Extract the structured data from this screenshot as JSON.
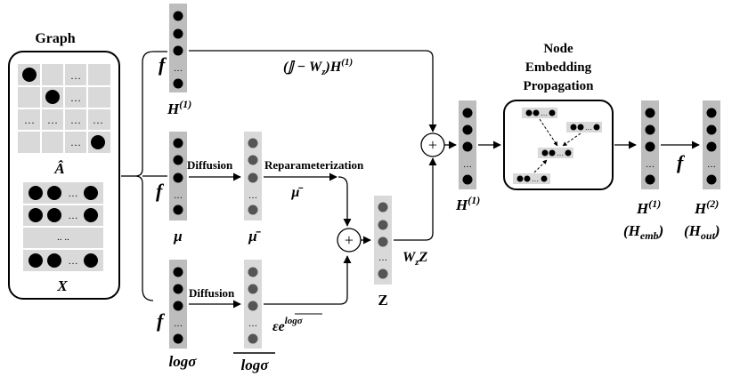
{
  "graph": {
    "title": "Graph",
    "adjacency_label": "Â",
    "feature_label": "X",
    "ellipsis": "…",
    "double_dot": ".. .."
  },
  "encoder": {
    "f_label": "f",
    "h1_top_label": "H",
    "h1_sup": "(1)",
    "mu_label": "μ",
    "mu_bar_label": "μ̄",
    "logsigma_label": "logσ",
    "logsigma_bar_label": "logσ",
    "diffusion_label": "Diffusion",
    "reparam_label": "Reparameterization",
    "reparam_mu": "μ̄",
    "eps_label": "εe",
    "eps_sup": "logσ",
    "z_label": "Z"
  },
  "merge": {
    "skip_label": "(𝕁 − W",
    "skip_label_sub": "z",
    "skip_label_end": ")H",
    "skip_label_sup": "(1)",
    "wz_label": "W",
    "wz_sub": "z",
    "wz_end": "Z",
    "plus_symbol": "+",
    "h1_mid_label": "H",
    "h1_mid_sup": "(1)"
  },
  "propagation": {
    "title_line1": "Node",
    "title_line2": "Embedding",
    "title_line3": "Propagation"
  },
  "output": {
    "h1_label": "H",
    "h1_sup": "(1)",
    "h_emb_open": "(H",
    "h_emb_sub": "emb",
    "h_emb_close": ")",
    "f_label": "f",
    "h2_label": "H",
    "h2_sup": "(2)",
    "h_out_open": "(H",
    "h_out_sub": "out",
    "h_out_close": ")"
  }
}
